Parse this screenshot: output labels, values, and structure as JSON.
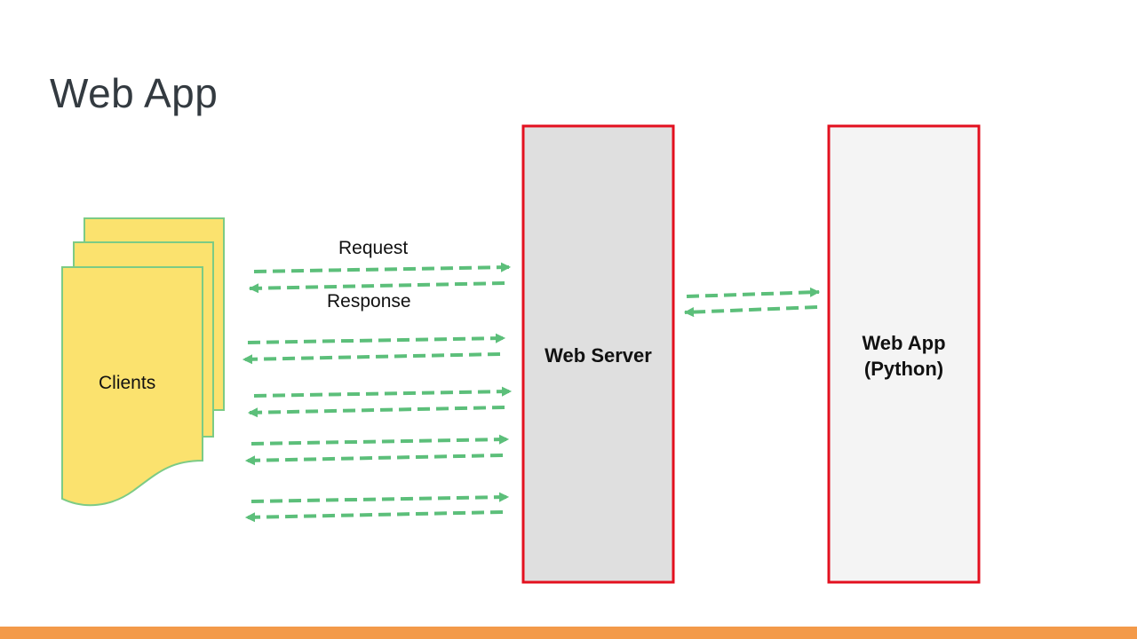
{
  "slide": {
    "title": "Web App"
  },
  "clients": {
    "label": "Clients"
  },
  "arrows": {
    "request_label": "Request",
    "response_label": "Response"
  },
  "web_server": {
    "label": "Web Server"
  },
  "web_app": {
    "label_line1": "Web App",
    "label_line2": "(Python)"
  },
  "colors": {
    "accent_orange": "#f39a4a",
    "box_border_red": "#e3101f",
    "arrow_green": "#5cbf7a",
    "client_fill": "#fbe26e",
    "client_border": "#7ccb85",
    "server_fill": "#dfdfdf",
    "app_fill": "#f4f4f4"
  }
}
